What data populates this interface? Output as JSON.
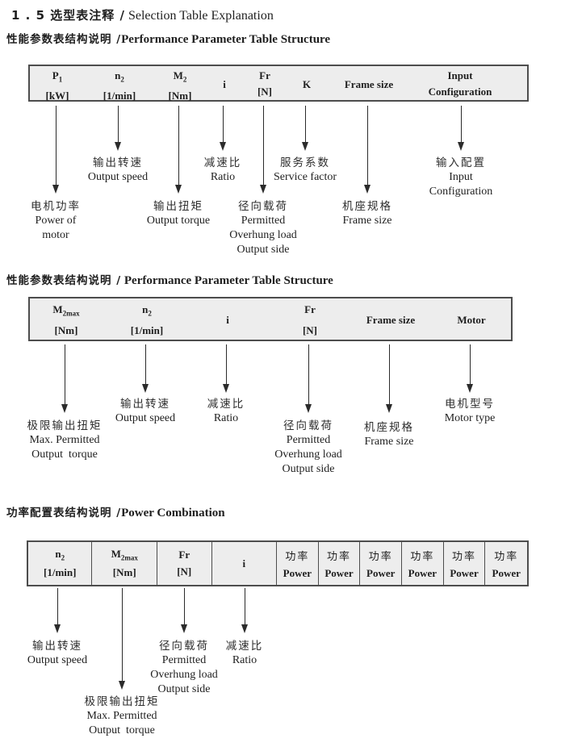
{
  "colors": {
    "table_bg": "#ededed",
    "table_border": "#4d4d4d",
    "text": "#1f1f1f"
  },
  "title": {
    "zh": "1 . 5 选型表注释 /",
    "en": " Selection Table Explanation"
  },
  "sections": [
    {
      "heading_zh": "性能参数表结构说明 /",
      "heading_en": "Performance Parameter Table Structure",
      "columns": [
        {
          "l1": "P",
          "sub": "1",
          "l2": "[kW]"
        },
        {
          "l1": "n",
          "sub": "2",
          "l2": "[1/min]"
        },
        {
          "l1": "M",
          "sub": "2",
          "l2": "[Nm]"
        },
        {
          "l1": "i"
        },
        {
          "l1": "Fr",
          "l2": "[N]"
        },
        {
          "l1": "K"
        },
        {
          "l1": "Frame size"
        },
        {
          "l1": "Input",
          "l2": "Configuration"
        }
      ],
      "callouts": [
        {
          "lines": [
            "电机功率",
            "Power of",
            "motor"
          ]
        },
        {
          "lines": [
            "输出转速",
            "Output speed"
          ]
        },
        {
          "lines": [
            "输出扭矩",
            "Output torque"
          ]
        },
        {
          "lines": [
            "减速比",
            "Ratio"
          ]
        },
        {
          "lines": [
            "径向载荷",
            "Permitted",
            "Overhung load",
            "Output side"
          ]
        },
        {
          "lines": [
            "服务系数",
            "Service factor"
          ]
        },
        {
          "lines": [
            "机座规格",
            "Frame size"
          ]
        },
        {
          "lines": [
            "输入配置",
            "Input",
            "Configuration"
          ]
        }
      ]
    },
    {
      "heading_zh": "性能参数表结构说明 /",
      "heading_en": " Performance Parameter Table Structure",
      "columns": [
        {
          "l1": "M",
          "sub": "2max",
          "l2": "[Nm]"
        },
        {
          "l1": "n",
          "sub": "2",
          "l2": "[1/min]"
        },
        {
          "l1": "i"
        },
        {
          "l1": "Fr",
          "l2": "[N]"
        },
        {
          "l1": "Frame size"
        },
        {
          "l1": "Motor"
        }
      ],
      "callouts": [
        {
          "lines": [
            "极限输出扭矩",
            "Max. Permitted",
            "Output  torque"
          ]
        },
        {
          "lines": [
            "输出转速",
            "Output speed"
          ]
        },
        {
          "lines": [
            "减速比",
            "Ratio"
          ]
        },
        {
          "lines": [
            "径向载荷",
            "Permitted",
            "Overhung load",
            "Output side"
          ]
        },
        {
          "lines": [
            "机座规格",
            "Frame size"
          ]
        },
        {
          "lines": [
            "电机型号",
            "Motor type"
          ]
        }
      ]
    },
    {
      "heading_zh": "功率配置表结构说明 /",
      "heading_en": "Power Combination",
      "columns": [
        {
          "l1": "n",
          "sub": "2",
          "l2": "[1/min]"
        },
        {
          "l1": "M",
          "sub": "2max",
          "l2": "[Nm]"
        },
        {
          "l1": "Fr",
          "l2": "[N]"
        },
        {
          "l1": "i"
        },
        {
          "zh": "功率",
          "l2": "Power"
        },
        {
          "zh": "功率",
          "l2": "Power"
        },
        {
          "zh": "功率",
          "l2": "Power"
        },
        {
          "zh": "功率",
          "l2": "Power"
        },
        {
          "zh": "功率",
          "l2": "Power"
        },
        {
          "zh": "功率",
          "l2": "Power"
        }
      ],
      "callouts": [
        {
          "lines": [
            "输出转速",
            "Output speed"
          ]
        },
        {
          "lines": [
            "极限输出扭矩",
            "Max. Permitted",
            "Output  torque"
          ]
        },
        {
          "lines": [
            "径向载荷",
            "Permitted",
            "Overhung load",
            "Output side"
          ]
        },
        {
          "lines": [
            "减速比",
            "Ratio"
          ]
        }
      ]
    }
  ]
}
